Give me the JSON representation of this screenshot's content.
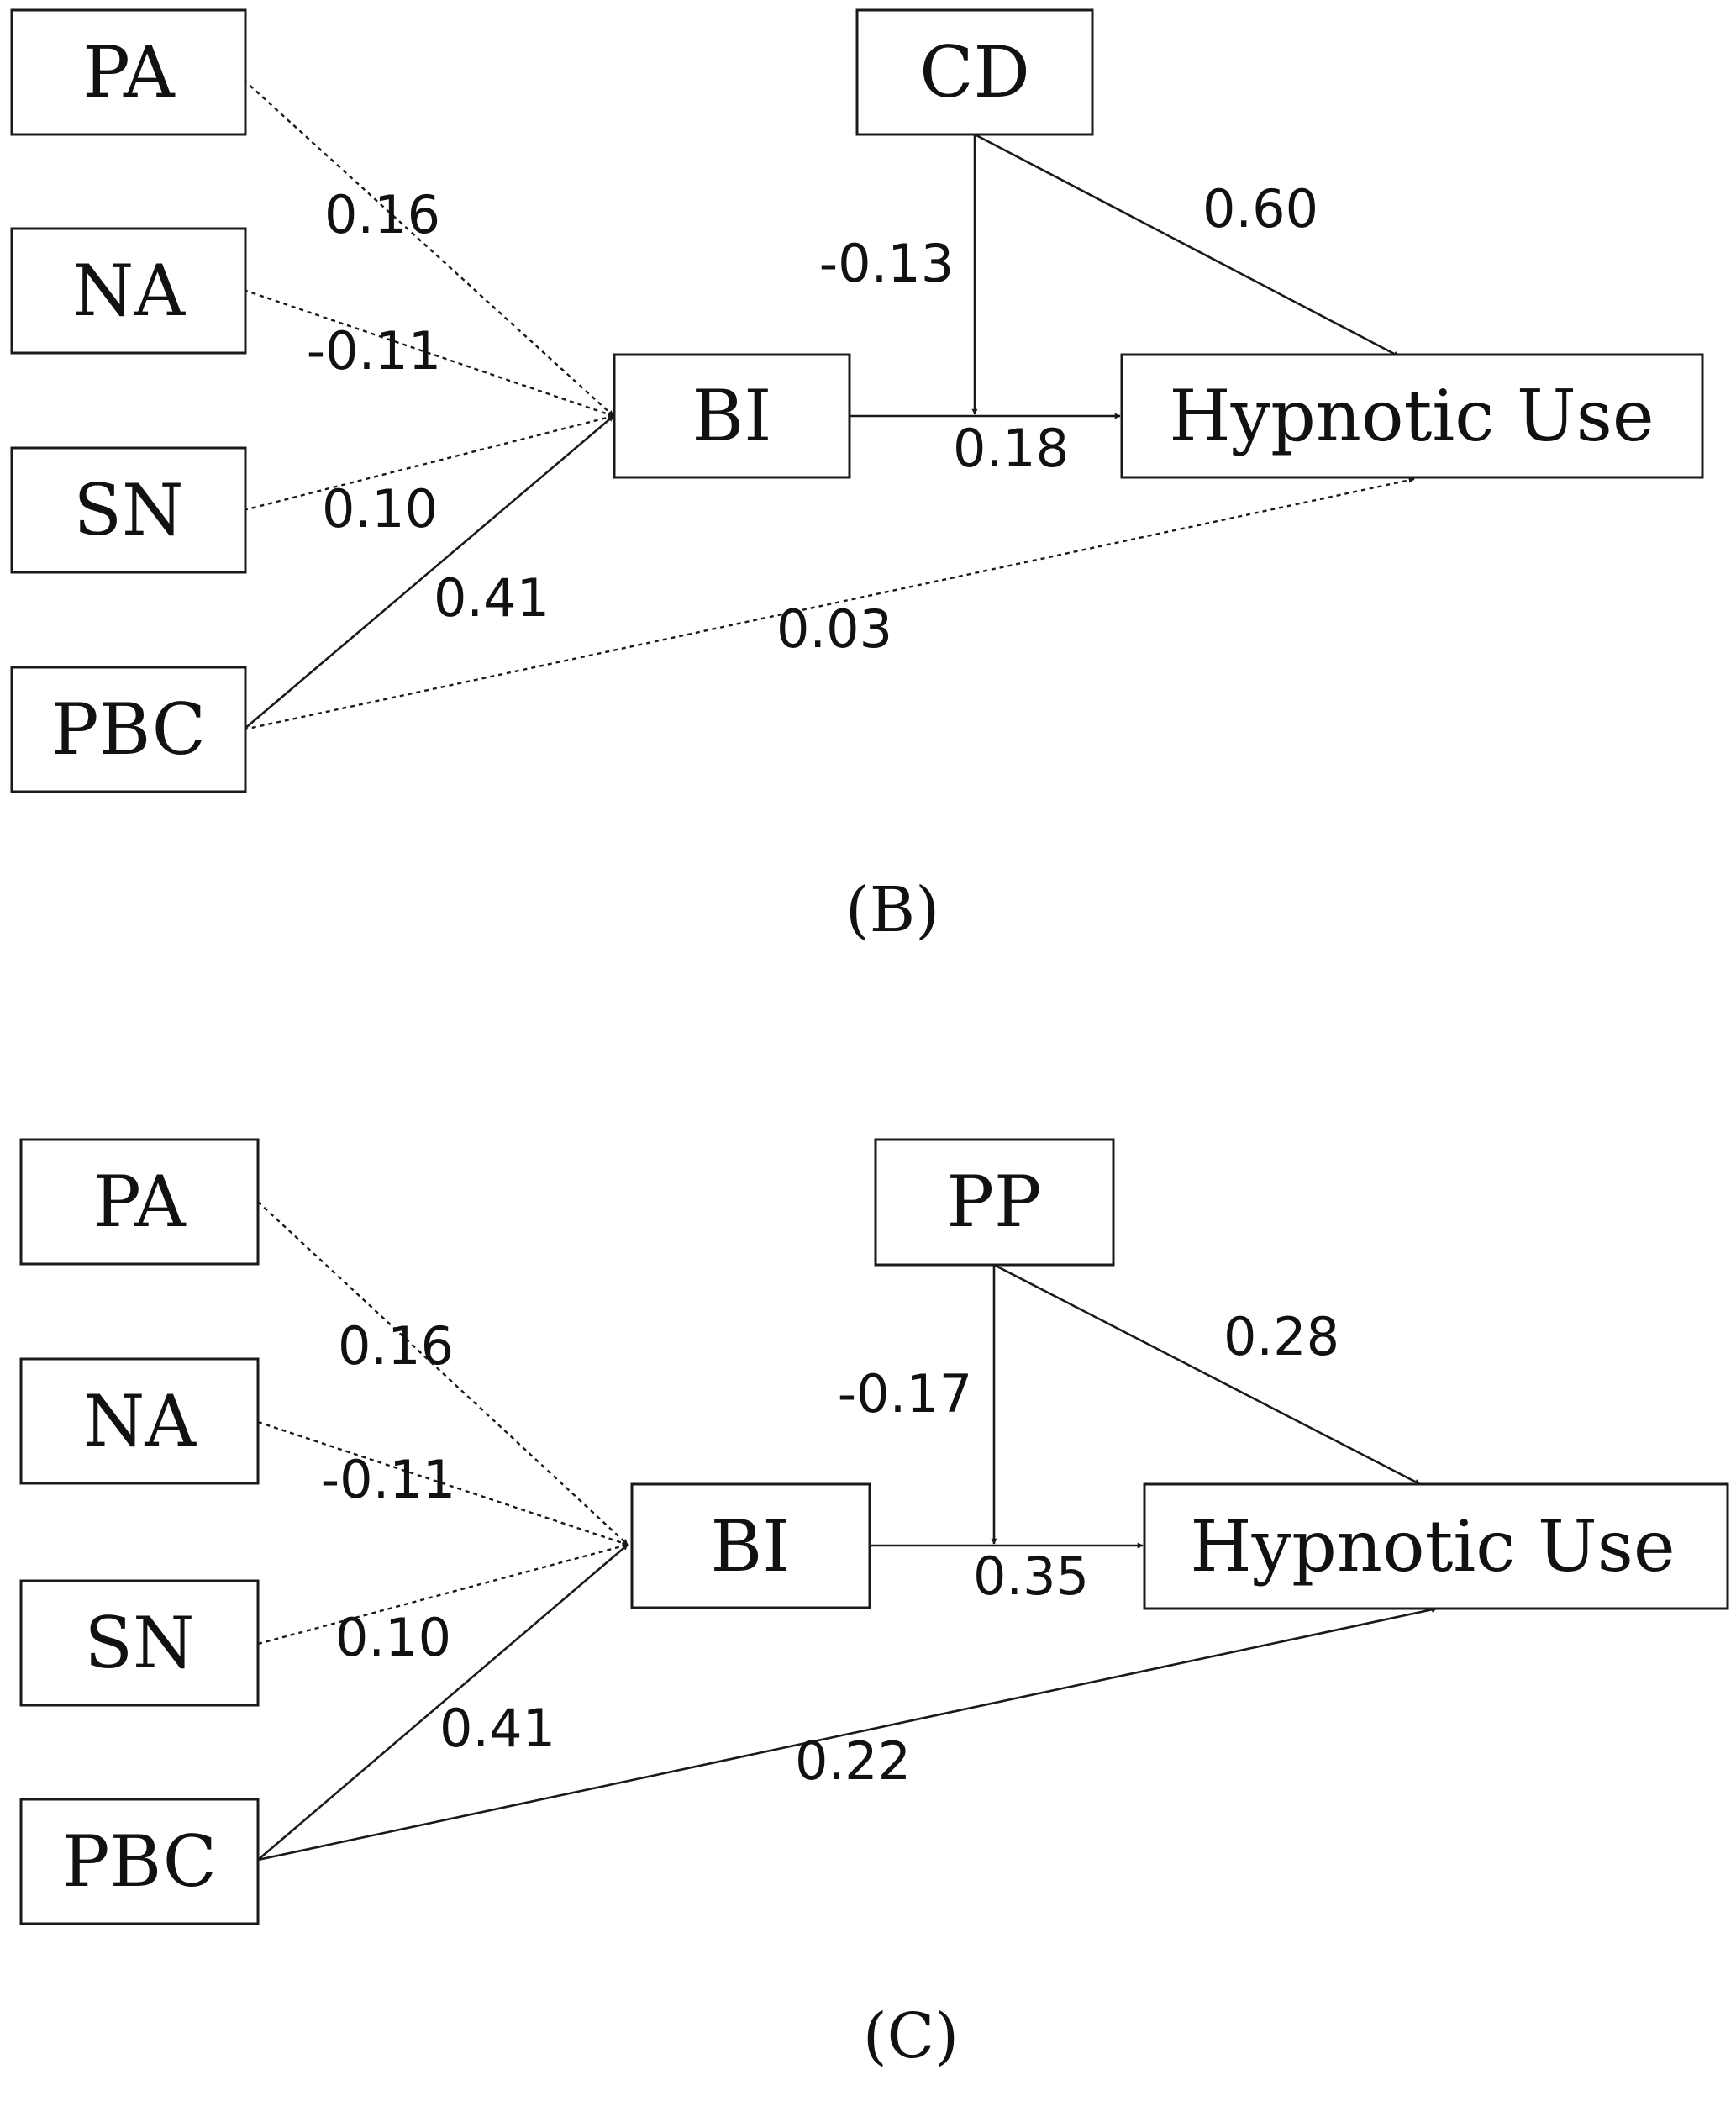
{
  "panels": [
    {
      "id": "B",
      "caption": "(B)",
      "nodes": {
        "pa": "PA",
        "na": "NA",
        "sn": "SN",
        "pbc": "PBC",
        "bi": "BI",
        "mod": "CD",
        "outcome": "Hypnotic Use"
      },
      "coefficients": {
        "pa_bi": "0.16",
        "na_bi": "-0.11",
        "sn_bi": "0.10",
        "pbc_bi": "0.41",
        "bi_outcome": "0.18",
        "mod_bi_path": "-0.13",
        "mod_outcome": "0.60",
        "pbc_outcome": "0.03"
      },
      "path_styles": {
        "pa_bi": "dashed",
        "na_bi": "dashed",
        "sn_bi": "dashed",
        "pbc_bi": "solid",
        "bi_outcome": "solid",
        "mod_bi_path": "solid",
        "mod_outcome": "solid",
        "pbc_outcome": "dashed"
      }
    },
    {
      "id": "C",
      "caption": "(C)",
      "nodes": {
        "pa": "PA",
        "na": "NA",
        "sn": "SN",
        "pbc": "PBC",
        "bi": "BI",
        "mod": "PP",
        "outcome": "Hypnotic Use"
      },
      "coefficients": {
        "pa_bi": "0.16",
        "na_bi": "-0.11",
        "sn_bi": "0.10",
        "pbc_bi": "0.41",
        "bi_outcome": "0.35",
        "mod_bi_path": "-0.17",
        "mod_outcome": "0.28",
        "pbc_outcome": "0.22"
      },
      "path_styles": {
        "pa_bi": "dashed",
        "na_bi": "dashed",
        "sn_bi": "dashed",
        "pbc_bi": "solid",
        "bi_outcome": "solid",
        "mod_bi_path": "solid",
        "mod_outcome": "solid",
        "pbc_outcome": "solid"
      }
    }
  ]
}
